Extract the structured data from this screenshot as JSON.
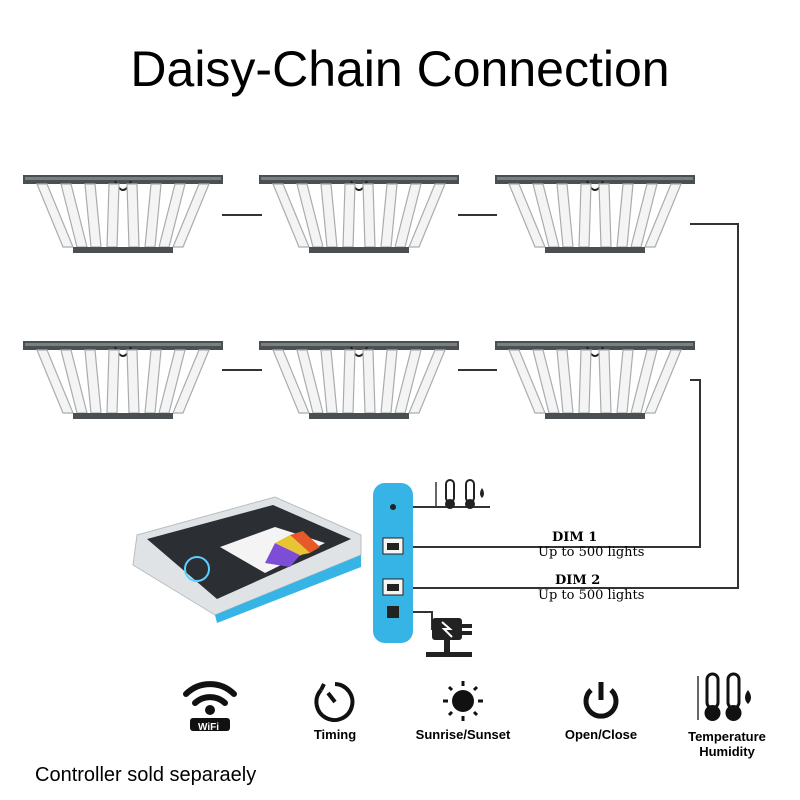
{
  "title": "Daisy-Chain Connection",
  "lights": {
    "count": 6,
    "rows": 2,
    "per_row": 3
  },
  "controller": {
    "ports": [
      {
        "label": "DIM 1",
        "sub": "Up to 500 lights"
      },
      {
        "label": "DIM 2",
        "sub": "Up to 500 lights"
      }
    ]
  },
  "features": [
    {
      "icon": "wifi-icon",
      "label": "WiFi"
    },
    {
      "icon": "timer-icon",
      "label": "Timing"
    },
    {
      "icon": "sun-icon",
      "label": "Sunrise/Sunset"
    },
    {
      "icon": "power-icon",
      "label": "Open/Close"
    },
    {
      "icon": "thermometer-humidity-icon",
      "label": "Temperature",
      "label2": "Humidity"
    }
  ],
  "footer": "Controller sold separaely",
  "colors": {
    "accent": "#37b4e6",
    "frame": "#4a4f52",
    "wire": "#333333"
  }
}
